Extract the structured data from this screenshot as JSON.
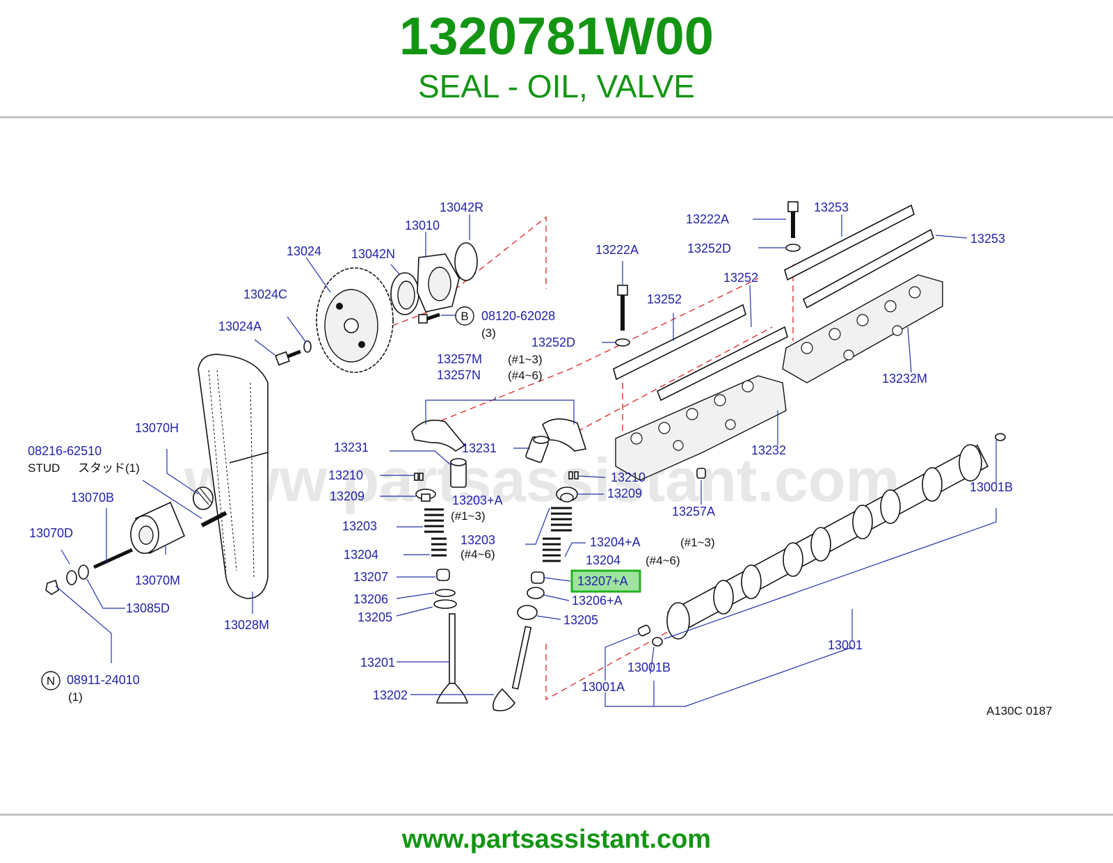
{
  "header": {
    "part_number": "1320781W00",
    "part_name": "SEAL - OIL, VALVE"
  },
  "watermark": "www.partsassistant.com",
  "footer": {
    "url": "www.partsassistant.com"
  },
  "diagram": {
    "code": "A130C 0187",
    "labels": {
      "p13042R": "13042R",
      "p13010": "13010",
      "p13024": "13024",
      "p13042N": "13042N",
      "p13024C": "13024C",
      "p13024A": "13024A",
      "p08120": "08120-62028",
      "q3": "(3)",
      "p13257M": "13257M",
      "p13257N": "13257N",
      "r13": "(#1~3)",
      "r46": "(#4~6)",
      "p13070H": "13070H",
      "p08216": "08216-62510",
      "stud": "STUD",
      "stud_jp": "スタッド(1)",
      "p13070B": "13070B",
      "p13070D": "13070D",
      "p13070M": "13070M",
      "p13085D": "13085D",
      "p13028M": "13028M",
      "p08911": "08911-24010",
      "q1": "(1)",
      "p13231a": "13231",
      "p13231b": "13231",
      "p13210a": "13210",
      "p13210b": "13210",
      "p13209a": "13209",
      "p13209b": "13209",
      "p13203A": "13203+A",
      "r13b": "(#1~3)",
      "p13203a": "13203",
      "p13203b": "13203",
      "r46b": "(#4~6)",
      "p13204a": "13204",
      "p13204A": "13204+A",
      "r13c": "(#1~3)",
      "p13204b": "13204",
      "r46c": "(#4~6)",
      "p13207": "13207",
      "p13207A": "13207+A",
      "p13206": "13206",
      "p13206A": "13206+A",
      "p13205a": "13205",
      "p13205b": "13205",
      "p13201": "13201",
      "p13202": "13202",
      "p13222Aa": "13222A",
      "p13253a": "13253",
      "p13253b": "13253",
      "p13252Da": "13252D",
      "p13222Ab": "13222A",
      "p13252a": "13252",
      "p13252b": "13252",
      "p13252Db": "13252D",
      "p13232M": "13232M",
      "p13232": "13232",
      "p13257A": "13257A",
      "p13001Ba": "13001B",
      "p13001Bb": "13001B",
      "p13001": "13001",
      "p13001A": "13001A",
      "circB": "B",
      "circN": "N"
    }
  },
  "colors": {
    "title_green": "#139513",
    "label_blue": "#2222aa",
    "highlight_border": "#1fb31f",
    "highlight_fill": "#9fe39f",
    "dash_red": "#e03030"
  }
}
